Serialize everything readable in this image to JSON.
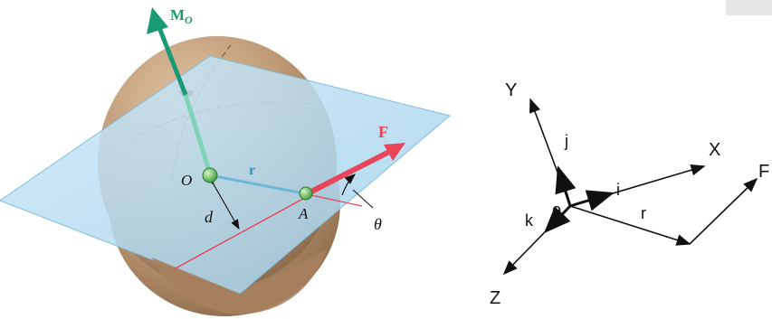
{
  "figure_left": {
    "moment_label": "M",
    "moment_subscript": "O",
    "force_label": "F",
    "origin_label": "O",
    "position_label": "r",
    "point_label": "A",
    "distance_label": "d",
    "angle_label": "θ",
    "colors": {
      "moment": "#1a9a74",
      "force": "#e8455a",
      "position": "#6bb7d8",
      "plane": "#a9d6ee",
      "body": "#b48c6a",
      "pivot": "#4caf50"
    }
  },
  "figure_right": {
    "y_axis": "Y",
    "x_axis": "X",
    "z_axis": "Z",
    "j_unit": "j",
    "i_unit": "i",
    "k_unit": "k",
    "origin": "o",
    "r_vector": "r",
    "f_vector": "F"
  }
}
